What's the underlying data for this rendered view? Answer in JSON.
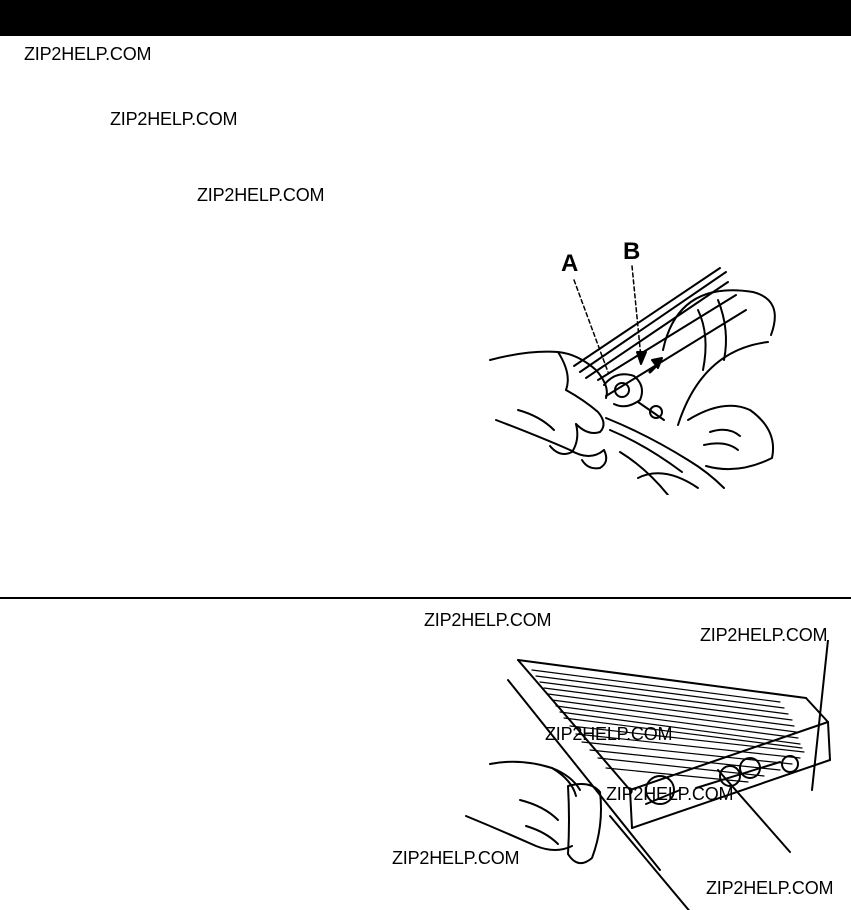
{
  "watermarks": [
    "ZIP2HELP.COM",
    "ZIP2HELP.COM",
    "ZIP2HELP.COM",
    "ZIP2HELP.COM",
    "ZIP2HELP.COM",
    "ZIP2HELP.COM",
    "ZIP2HELP.COM",
    "ZIP2HELP.COM",
    "ZIP2HELP.COM"
  ],
  "figure1": {
    "callout_a": "A",
    "callout_b": "B"
  },
  "colors": {
    "background": "#ffffff",
    "ink": "#000000",
    "header_bar": "#000000"
  }
}
